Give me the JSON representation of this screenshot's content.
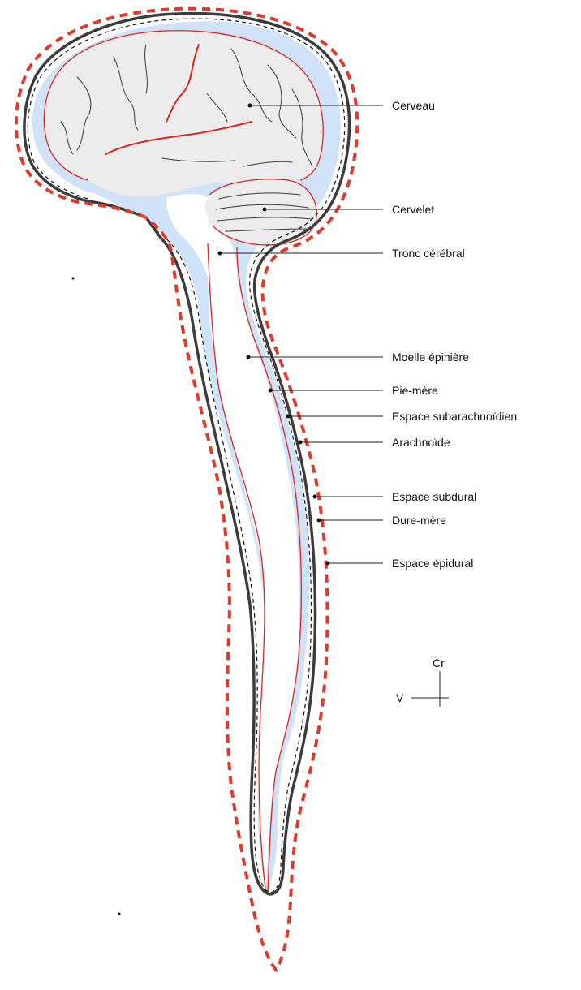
{
  "labels": {
    "cerveau": "Cerveau",
    "cervelet": "Cervelet",
    "tronc": "Tronc cérébral",
    "moelle": "Moelle épinière",
    "pie_mere": "Pie-mère",
    "espace_subarachnoidien": "Espace subarachnoïdien",
    "arachnoide": "Arachnoïde",
    "espace_subdural": "Espace subdural",
    "dure_mere": "Dure-mère",
    "espace_epidural": "Espace épidural"
  },
  "orientation": {
    "cranial": "Cr",
    "ventral": "V"
  },
  "colors": {
    "csf_blue": "#cfe2f7",
    "brain_gray": "#ececec",
    "pia_red": "#d8281f",
    "dura_dark": "#3c3c3c",
    "epidural_red": "#e03a2b"
  }
}
